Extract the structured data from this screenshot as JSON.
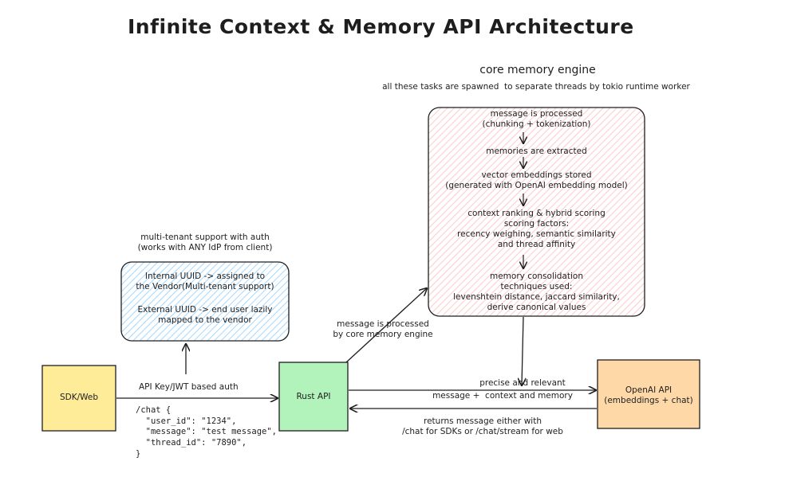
{
  "title": "Infinite Context & Memory API Architecture",
  "core": {
    "heading": "core memory engine",
    "subheading": "all these tasks are spawned  to separate threads by tokio runtime worker",
    "steps": [
      "message is processed\n(chunking + tokenization)",
      "memories are extracted",
      "vector embeddings stored\n(generated with OpenAI embedding model)",
      "context ranking & hybrid scoring\nscoring factors:\nrecency weighing, semantic similarity\nand thread affinity",
      "memory consolidation\ntechniques used:\nlevenshtein distance, jaccard similarity,\nderive canonical values"
    ]
  },
  "auth": {
    "heading": "multi-tenant support with auth\n(works with ANY IdP from client)",
    "internal": "Internal UUID -> assigned to\nthe Vendor(Multi-tenant support)",
    "external": "External UUID -> end user lazily\nmapped to the vendor"
  },
  "nodes": {
    "sdk": "SDK/Web",
    "rust": "Rust API",
    "openai": "OpenAI API\n(embeddings + chat)"
  },
  "edges": {
    "sdk_to_rust": "API Key/JWT based auth",
    "rust_to_core": "message is processed\nby core memory engine",
    "core_to_openai": "precise and relevant",
    "rust_to_openai": "message +  context and memory",
    "openai_to_rust": "returns message either with\n/chat for SDKs or /chat/stream for web"
  },
  "request_example": "/chat {\n  \"user_id\": \"1234\",\n  \"message\": \"test message\",\n  \"thread_id\": \"7890\",\n}",
  "colors": {
    "sdk_fill": "#ffec99",
    "rust_fill": "#b2f2bb",
    "openai_fill": "#ffd8a8",
    "core_fill": "#ffc9c9",
    "auth_fill": "#a5d8ff",
    "stroke": "#1e1e1e"
  }
}
